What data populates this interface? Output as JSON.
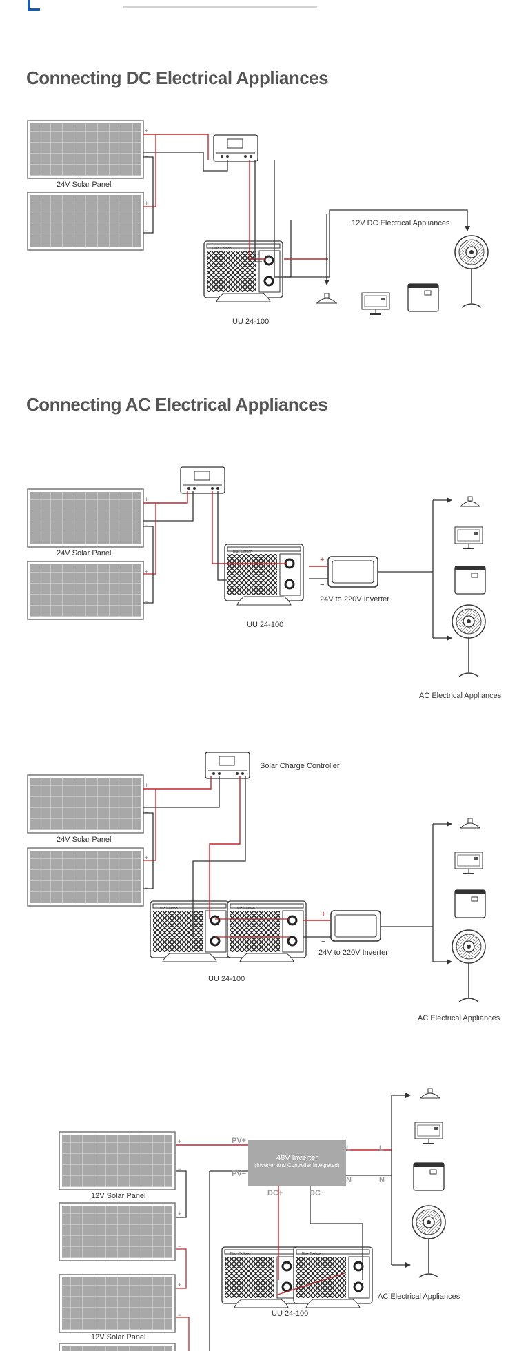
{
  "headings": {
    "dc": "Connecting DC Electrical Appliances",
    "ac": "Connecting AC Electrical Appliances"
  },
  "labels": {
    "solar_24v": "24V Solar  Panel",
    "solar_12v": "12V Solar  Panel",
    "battery": "UU 24-100",
    "dc_appliances": "12V DC Electrical Appliances",
    "ac_appliances": "AC Electrical Appliances",
    "inverter_24_220": "24V to 220V Inverter",
    "charge_controller": "Solar Charge Controller",
    "inverter_48": "48V Inverter",
    "inverter_48_sub": "(Inverter and Controller Integrated)",
    "pv_plus": "PV+",
    "pv_minus": "PV−",
    "dc_plus": "DC+",
    "dc_minus": "DC−",
    "line": "L",
    "neutral": "N",
    "plus": "+",
    "minus": "−"
  },
  "icons": [
    "solar-panel-icon",
    "charge-controller-icon",
    "battery-icon",
    "ceiling-lamp-icon",
    "monitor-icon",
    "cooler-box-icon",
    "fan-icon",
    "inverter-icon",
    "brand-logo-icon"
  ],
  "colors": {
    "positive_wire": "#c1272d",
    "negative_wire": "#333333",
    "panel_fill": "#a8a8a8",
    "heading": "#555555",
    "brand": "#1d5aa8",
    "inverter_48_fill": "#a9a9a9"
  }
}
